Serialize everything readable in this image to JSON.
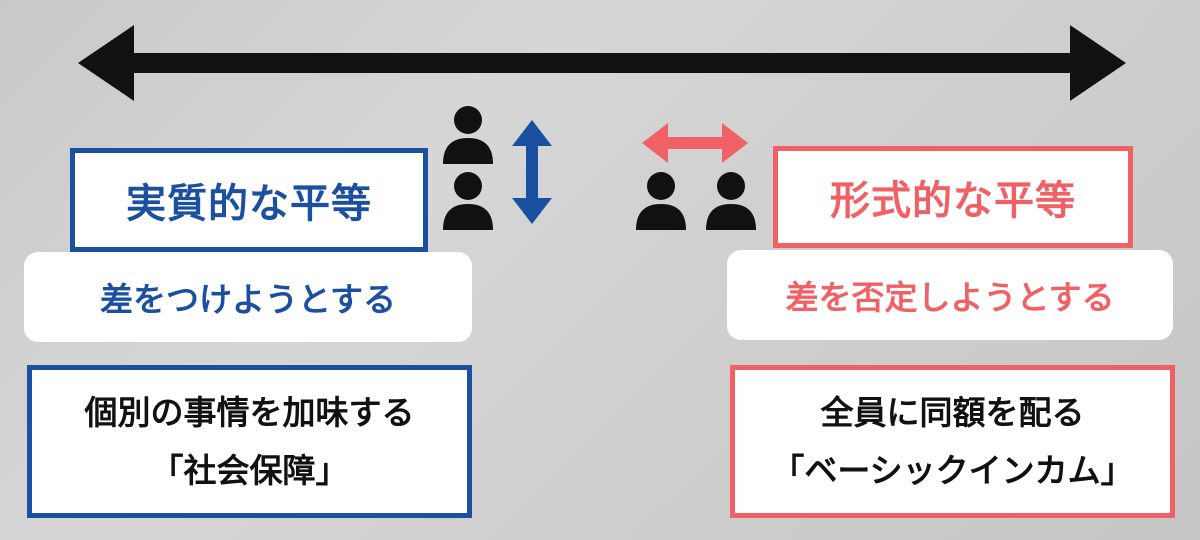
{
  "left": {
    "title": "実質的な平等",
    "subtitle": "差をつけようとする",
    "description_line1": "個別の事情を加味する",
    "description_line2": "「社会保障」"
  },
  "right": {
    "title": "形式的な平等",
    "subtitle": "差を否定しようとする",
    "description_line1": "全員に同額を配る",
    "description_line2": "「ベーシックインカム」"
  },
  "colors": {
    "blue": "#1b4fa0",
    "red": "#f06166",
    "black": "#111111"
  },
  "icons": [
    "double-arrow-horizontal-icon",
    "person-icon",
    "double-arrow-vertical-icon",
    "double-arrow-horizontal-small-icon"
  ]
}
